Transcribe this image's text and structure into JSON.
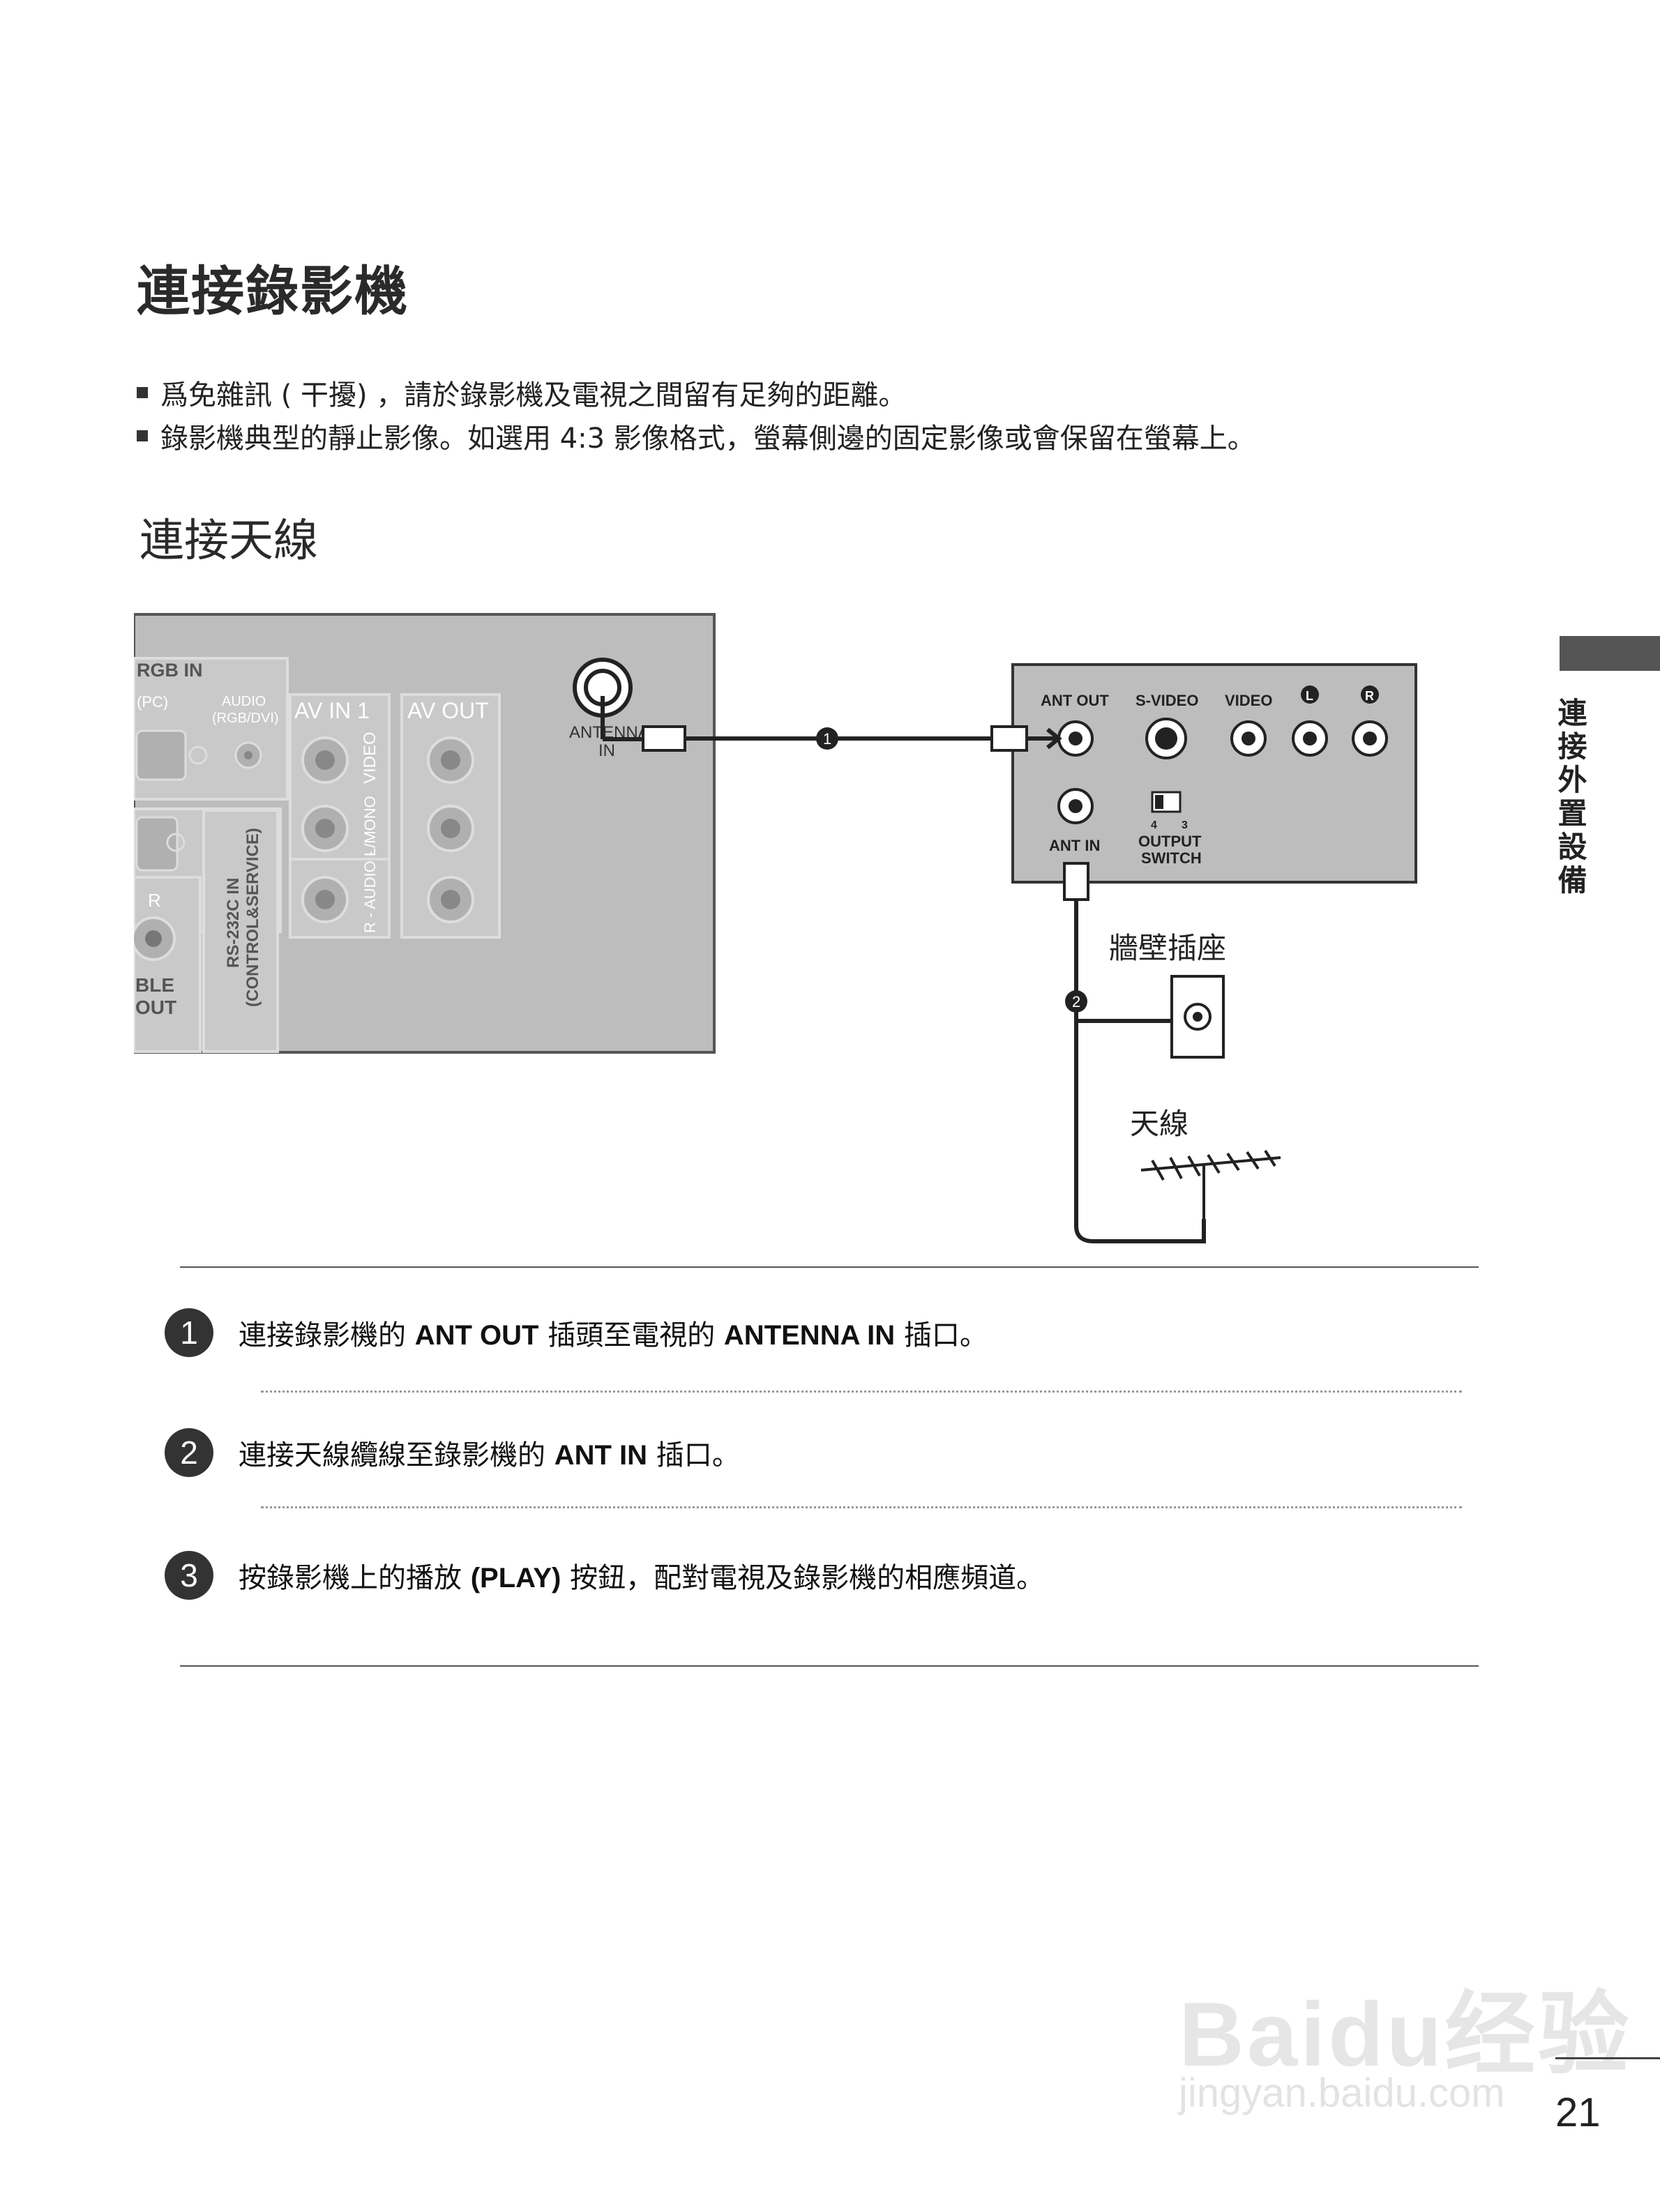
{
  "page": {
    "title": "連接錄影機",
    "bullets": [
      "爲免雜訊 ( 干擾) ，請於錄影機及電視之間留有足夠的距離。",
      "錄影機典型的靜止影像。如選用 4:3  影像格式，螢幕側邊的固定影像或會保留在螢幕上。"
    ],
    "section_title": "連接天線",
    "side_tab": "連接外置設備",
    "page_number": "21"
  },
  "diagram": {
    "tv_panel": {
      "rgb_in": "RGB IN",
      "pc": "(PC)",
      "audio": "AUDIO",
      "audio_sub": "(RGB/DVI)",
      "av_in_1": "AV IN 1",
      "av_out": "AV OUT",
      "video": "VIDEO",
      "l_mono": "L/MONO",
      "r_audio": "R - AUDIO -",
      "rs232": "RS-232C IN",
      "rs232_sub": "(CONTROL&SERVICE)",
      "r_label": "R",
      "cable_out_1": "BLE",
      "cable_out_2": "OUT",
      "antenna_in_1": "ANTENNA",
      "antenna_in_2": "IN"
    },
    "vcr_panel": {
      "ant_out": "ANT OUT",
      "s_video": "S-VIDEO",
      "video": "VIDEO",
      "l": "L",
      "r": "R",
      "ant_in": "ANT IN",
      "switch_4": "4",
      "switch_3": "3",
      "output": "OUTPUT",
      "switch": "SWITCH"
    },
    "wall_socket": "牆壁插座",
    "antenna": "天線",
    "marker_1": "1",
    "marker_2": "2"
  },
  "steps": [
    {
      "num": "1",
      "pre": "連接錄影機的 ",
      "b1": "ANT OUT",
      "mid": "  插頭至電視的 ",
      "b2": "ANTENNA IN",
      "post": "  插口。"
    },
    {
      "num": "2",
      "pre": "連接天線纜線至錄影機的 ",
      "b1": "ANT IN",
      "mid": "  插口。",
      "b2": "",
      "post": ""
    },
    {
      "num": "3",
      "pre": "按錄影機上的播放 ",
      "b1": "(PLAY)",
      "mid": "  按鈕，配對電視及錄影機的相應頻道。",
      "b2": "",
      "post": ""
    }
  ],
  "watermark": {
    "main": "Baidu经验",
    "url": "jingyan.baidu.com"
  }
}
